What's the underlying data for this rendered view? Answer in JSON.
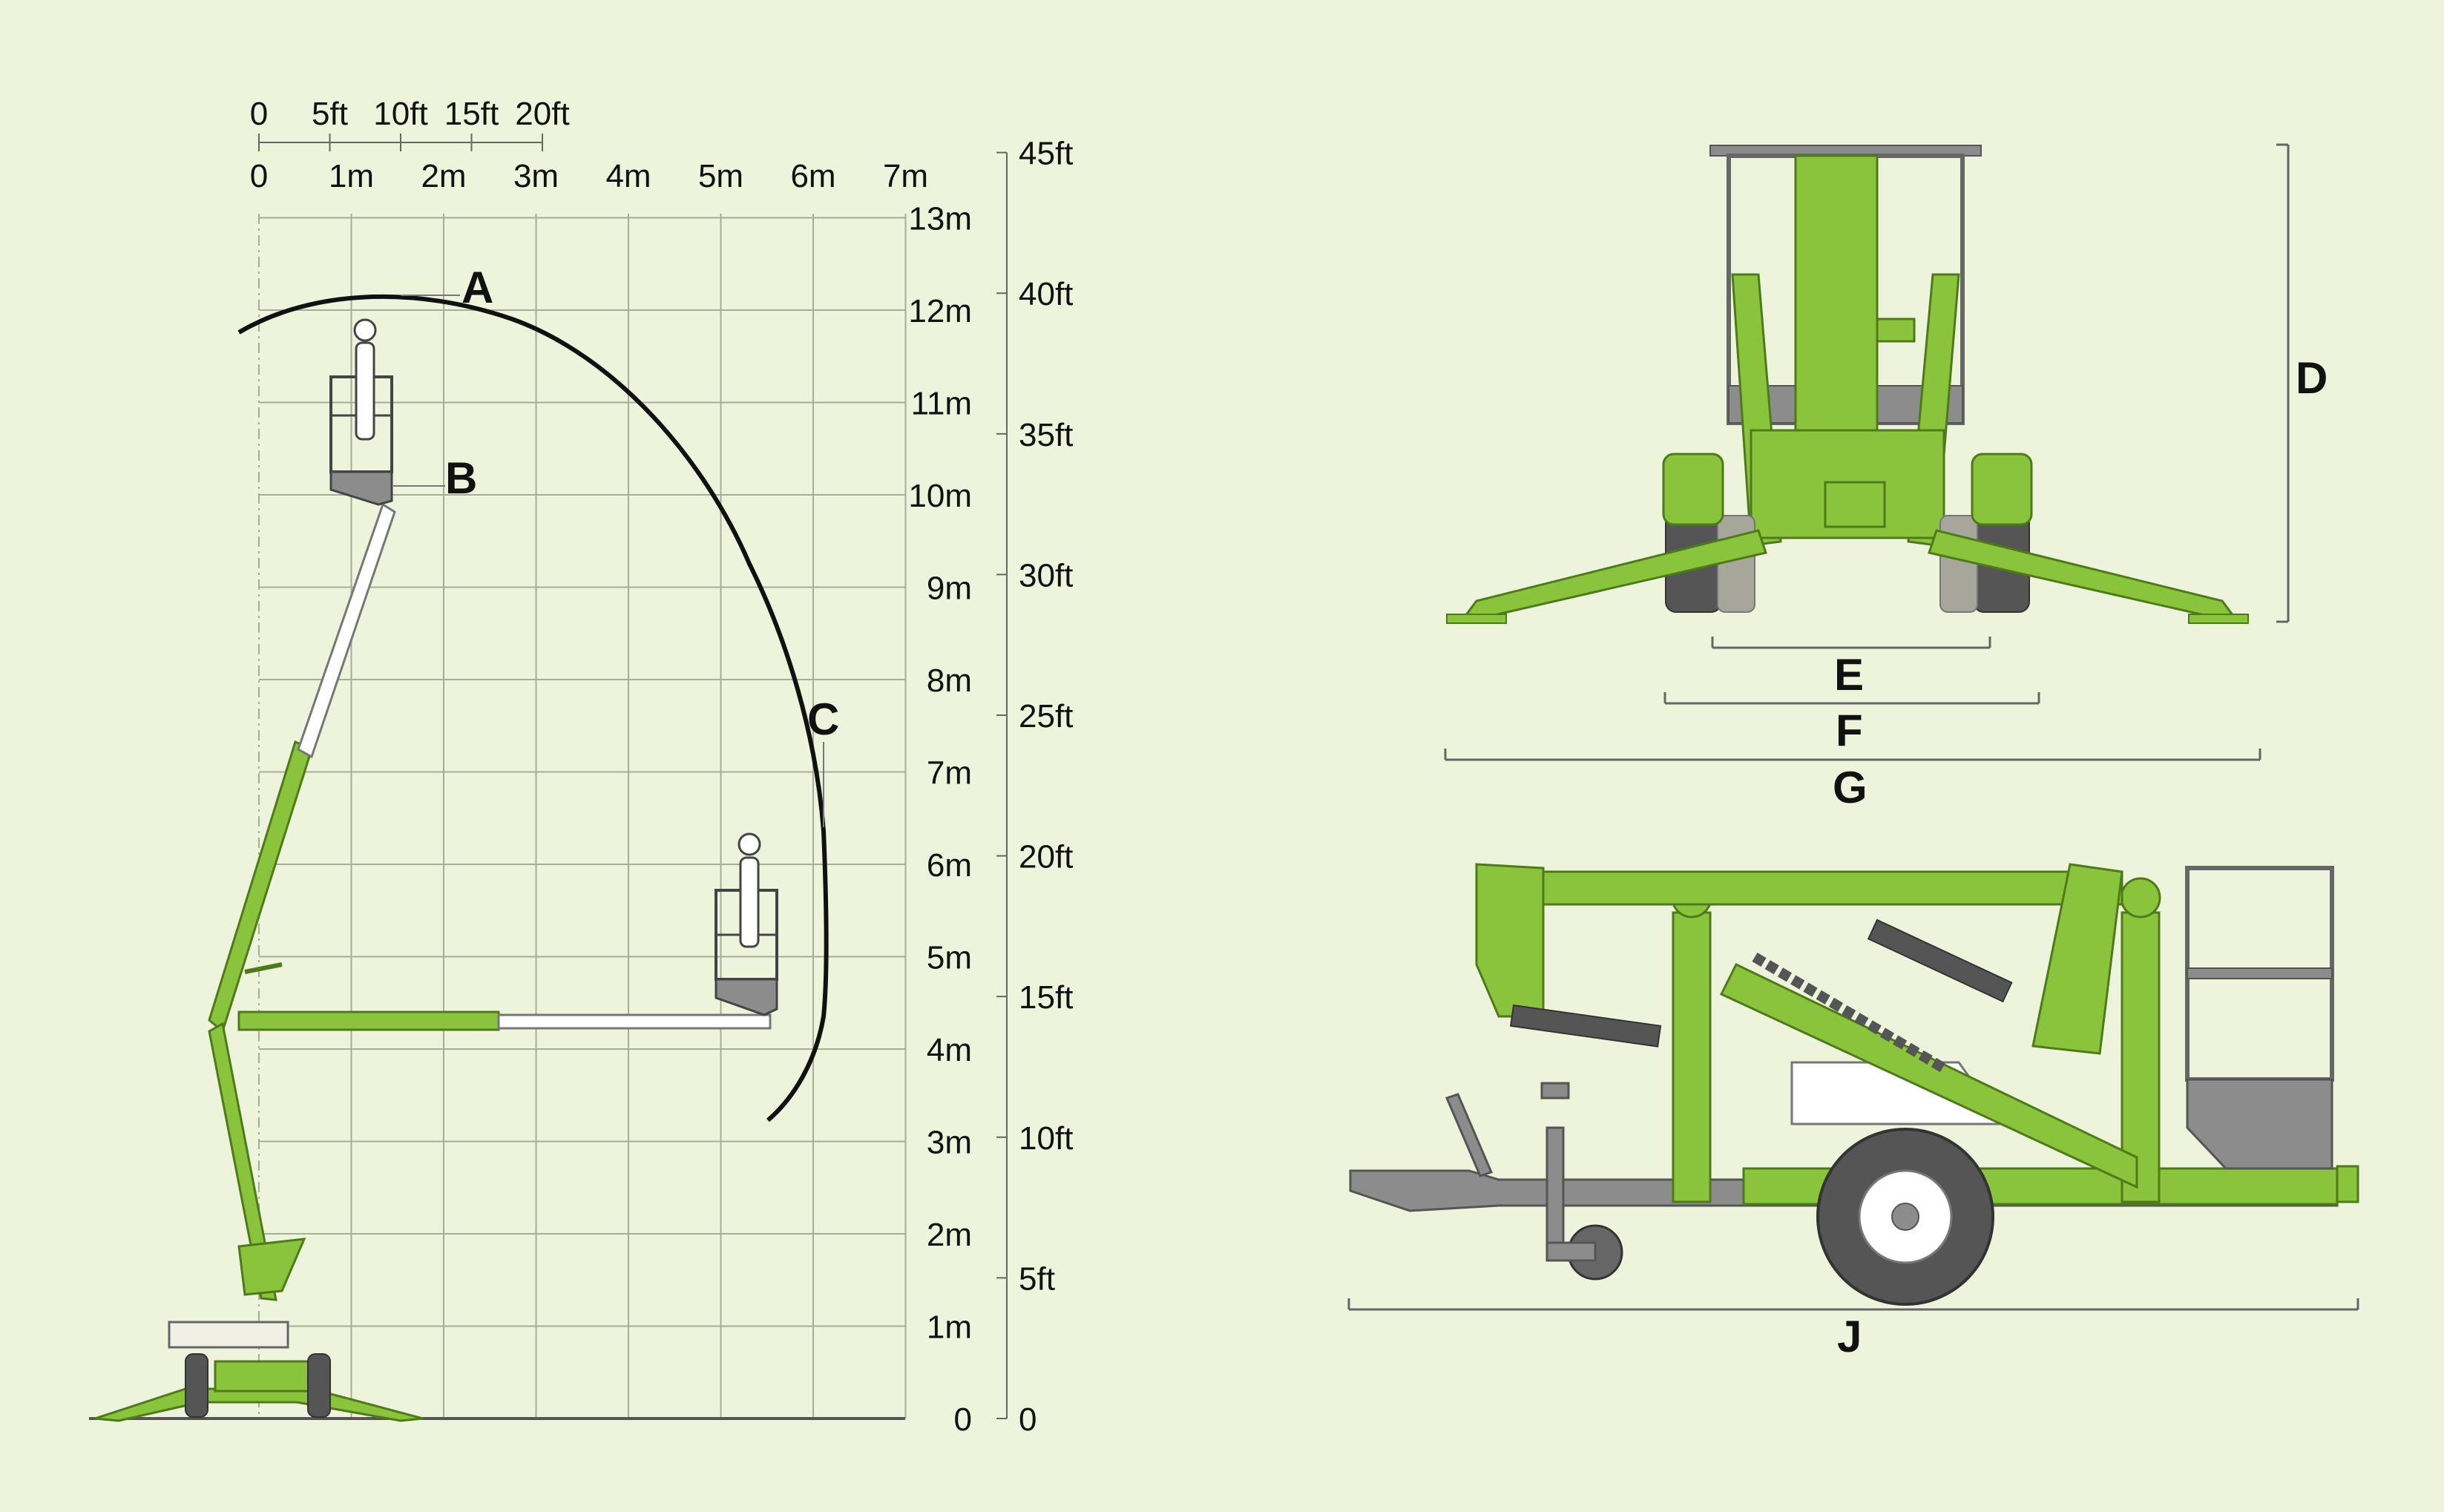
{
  "reach_diagram": {
    "ft_top": [
      "0",
      "5ft",
      "10ft",
      "15ft",
      "20ft"
    ],
    "m_top": [
      "0",
      "1m",
      "2m",
      "3m",
      "4m",
      "5m",
      "6m",
      "7m"
    ],
    "m_right": [
      "0",
      "1m",
      "2m",
      "3m",
      "4m",
      "5m",
      "6m",
      "7m",
      "8m",
      "9m",
      "10m",
      "11m",
      "12m",
      "13m"
    ],
    "ft_right": [
      "0",
      "5ft",
      "10ft",
      "15ft",
      "20ft",
      "25ft",
      "30ft",
      "35ft",
      "40ft",
      "45ft"
    ],
    "labels": {
      "a": "A",
      "b": "B",
      "c": "C"
    }
  },
  "front_view": {
    "labels": {
      "d": "D",
      "e": "E",
      "f": "F",
      "g": "G"
    }
  },
  "side_view": {
    "labels": {
      "j": "J"
    }
  },
  "colors": {
    "background": "#eef3dc",
    "machine_green": "#8ac43c",
    "machine_green_dark": "#4e7a1a",
    "grey": "#8c8c8c",
    "dark_grey": "#555555",
    "grid": "#a8ab98"
  }
}
